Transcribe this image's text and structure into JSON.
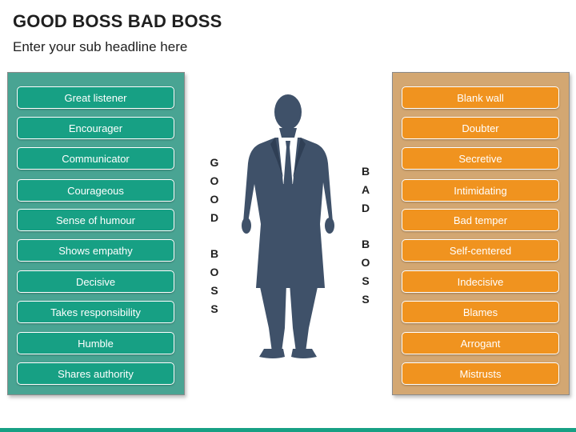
{
  "header": {
    "title": "GOOD BOSS BAD BOSS",
    "subtitle": "Enter your sub headline here"
  },
  "good_boss": {
    "label_letters": [
      "G",
      "O",
      "O",
      "D",
      "",
      "B",
      "O",
      "S",
      "S"
    ],
    "items": [
      "Great listener",
      "Encourager",
      "Communicator",
      "Courageous",
      "Sense of humour",
      "Shows empathy",
      "Decisive",
      "Takes responsibility",
      "Humble",
      "Shares authority"
    ]
  },
  "bad_boss": {
    "label_letters": [
      "B",
      "A",
      "D",
      "",
      "B",
      "O",
      "S",
      "S"
    ],
    "items": [
      "Blank wall",
      "Doubter",
      "Secretive",
      "Intimidating",
      "Bad temper",
      "Self-centered",
      "Indecisive",
      "Blames",
      "Arrogant",
      "Mistrusts"
    ]
  },
  "colors": {
    "good_panel": "#49a493",
    "good_pill": "#17a084",
    "bad_panel": "#d3a772",
    "bad_pill": "#f0931f",
    "silhouette": "#3f5169"
  },
  "icons": {
    "center_figure": "businessman-silhouette-icon"
  }
}
